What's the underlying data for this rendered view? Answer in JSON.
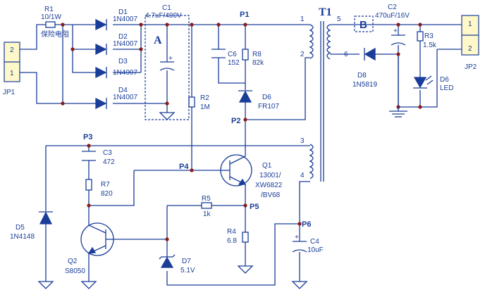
{
  "connectors": {
    "jp1": {
      "ref": "JP1",
      "pin2": "2",
      "pin1": "1"
    },
    "jp2": {
      "ref": "JP2",
      "pin1": "1",
      "pin2": "2"
    }
  },
  "resistors": {
    "r1": {
      "ref": "R1",
      "value": "10/1W",
      "note": "保险电阻"
    },
    "r2": {
      "ref": "R2",
      "value": "1M"
    },
    "r3": {
      "ref": "R3",
      "value": "1.5k"
    },
    "r4": {
      "ref": "R4",
      "value": "6.8"
    },
    "r5": {
      "ref": "R5",
      "value": "1k"
    },
    "r7": {
      "ref": "R7",
      "value": "820"
    },
    "r8": {
      "ref": "R8",
      "value": "82k"
    }
  },
  "capacitors": {
    "c1": {
      "ref": "C1",
      "value": "4.7uF/400V"
    },
    "c2": {
      "ref": "C2",
      "value": "470uF/16V"
    },
    "c3": {
      "ref": "C3",
      "value": "472"
    },
    "c4": {
      "ref": "C4",
      "value": "10uF"
    },
    "c6": {
      "ref": "C6",
      "value": "152"
    }
  },
  "diodes": {
    "d1": {
      "ref": "D1",
      "value": "1N4007"
    },
    "d2": {
      "ref": "D2",
      "value": "1N4007"
    },
    "d3": {
      "ref": "D3",
      "value": "1N4007"
    },
    "d4": {
      "ref": "D4",
      "value": "1N4007"
    },
    "d5": {
      "ref": "D5",
      "value": "1N4148"
    },
    "d6": {
      "ref": "D6",
      "value": "FR107"
    },
    "d6led": {
      "ref": "D6",
      "value": "LED"
    },
    "d7": {
      "ref": "D7",
      "value": "5.1V"
    },
    "d8": {
      "ref": "D8",
      "value": "1N5819"
    }
  },
  "transistors": {
    "q1": {
      "ref": "Q1",
      "value1": "13001/",
      "value2": "XW6822",
      "value3": "/BV68"
    },
    "q2": {
      "ref": "Q2",
      "value": "S8050"
    }
  },
  "transformer": {
    "ref": "T1",
    "pins": [
      "1",
      "2",
      "3",
      "4",
      "5",
      "6"
    ]
  },
  "nodes": {
    "p1": "P1",
    "p2": "P2",
    "p3": "P3",
    "p4": "P4",
    "p5": "P5",
    "p6": "P6"
  },
  "blocks": {
    "a": "A",
    "b": "B"
  },
  "colors": {
    "wire": "#1a3d99",
    "junction": "#8b1a1a",
    "connector_fill": "#fff8c8"
  }
}
